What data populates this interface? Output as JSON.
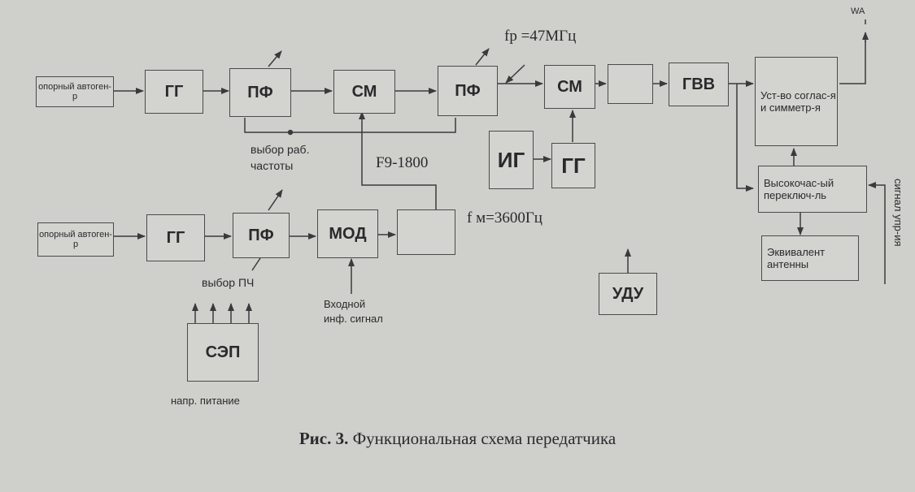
{
  "blocks": {
    "ref_osc_1": "опорный автоген-р",
    "gg_1": "ГГ",
    "pf_1": "ПФ",
    "cm_1": "СМ",
    "pf_2": "ПФ",
    "cm_2": "СМ",
    "gvv": "ГВВ",
    "matching": "Уст-во соглас-я и симметр-я",
    "hf_switch": "Высокочас-ый переключ-ль",
    "antenna_equiv": "Эквивалент антенны",
    "ig": "ИГ",
    "gg_3": "ГГ",
    "ref_osc_2": "опорный автоген-р",
    "gg_2": "ГГ",
    "pf_3": "ПФ",
    "mod": "МОД",
    "udu": "УДУ",
    "sep": "СЭП"
  },
  "labels": {
    "freq_p": "fр =47МГц",
    "antenna": "WA",
    "work_freq": "выбор раб. частоты",
    "f9": "F9-1800",
    "fm": "f м=3600Гц",
    "if_select": "выбор ПЧ",
    "input_signal": "Входной инф. сигнал",
    "supply": "напр. питание",
    "control_signal": "сигнал упр-ия"
  },
  "caption": {
    "number": "Рис. 3.",
    "text": "Функциональная схема передатчика"
  }
}
